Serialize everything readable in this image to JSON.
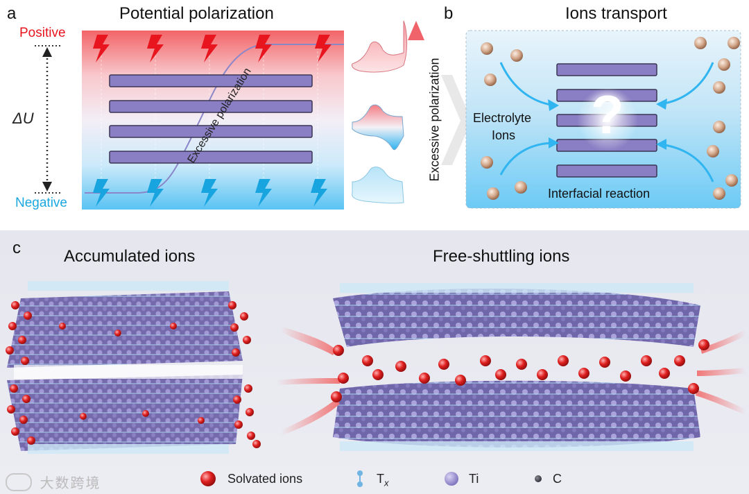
{
  "panel_a": {
    "letter": "a",
    "title": "Potential polarization",
    "positive_label": "Positive",
    "negative_label": "Negative",
    "delta_label": "ΔU",
    "diagonal_label": "Excessive polarization",
    "arrow_label": "Excessive polarization",
    "colors": {
      "positive": "#e8141e",
      "negative": "#1aa7e0",
      "sheet": "#8a7fc4"
    }
  },
  "panel_b": {
    "letter": "b",
    "title": "Ions transport",
    "question": "?",
    "electrolyte_label_1": "Electrolyte",
    "electrolyte_label_2": "Ions",
    "interfacial_label": "Interfacial reaction",
    "colors": {
      "ion": "#c79a7c",
      "arrow": "#2fb4f0"
    }
  },
  "panel_c": {
    "letter": "c",
    "left_title": "Accumulated ions",
    "right_title": "Free-shuttling ions"
  },
  "legend": {
    "solvated": "Solvated ions",
    "tx_main": "T",
    "tx_sub": "x",
    "ti": "Ti",
    "c": "C"
  },
  "watermark": "大数跨境"
}
